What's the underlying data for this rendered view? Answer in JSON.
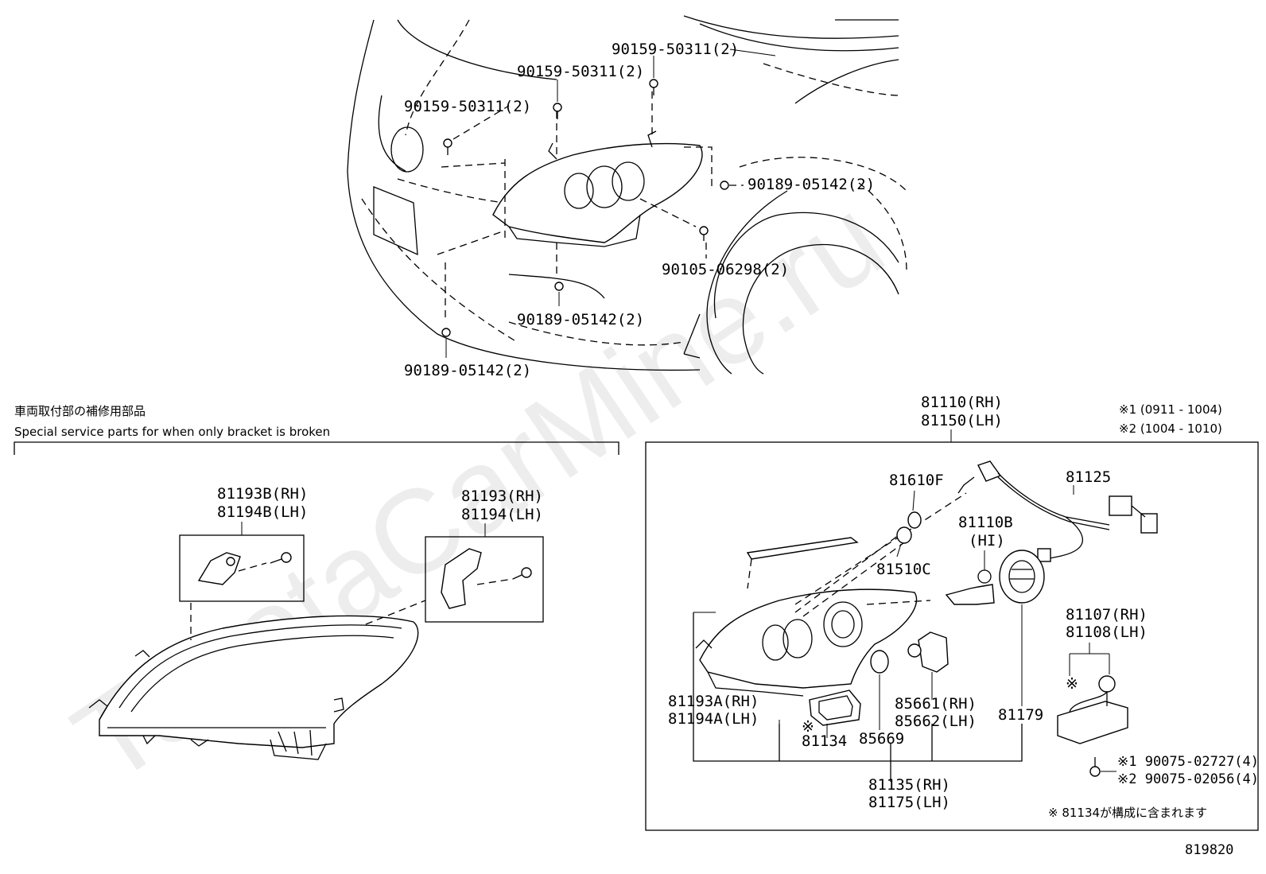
{
  "watermark": "ToyotaCarMine.ru",
  "diagram_id": "819820",
  "top_labels": {
    "bolt_a": "90159-50311(2)",
    "bolt_b": "90159-50311(2)",
    "bolt_c": "90159-50311(2)",
    "nut_a": "90189-05142(2)",
    "screw": "90105-06298(2)",
    "nut_b": "90189-05142(2)",
    "nut_c": "90189-05142(2)"
  },
  "service_parts": {
    "title_jp": "車両取付部の補修用部品",
    "title_en": "Special service parts for when only bracket is broken",
    "bracket_b_rh": "81193B(RH)",
    "bracket_b_lh": "81194B(LH)",
    "bracket_rh": "81193(RH)",
    "bracket_lh": "81194(LH)"
  },
  "assembly": {
    "rh": "81110(RH)",
    "lh": "81150(LH)",
    "note1": "※1 (0911 - 1004)",
    "note2": "※2 (1004 - 1010)",
    "p81610f": "81610F",
    "p81510c": "81510C",
    "p81125": "81125",
    "p81110b": "81110B",
    "hi": "(HI)",
    "p81107": "81107(RH)",
    "p81108": "81108(LH)",
    "p81193a": "81193A(RH)",
    "p81194a": "81194A(LH)",
    "kome": "※",
    "p81134": "81134",
    "p85669": "85669",
    "p85661": "85661(RH)",
    "p85662": "85662(LH)",
    "p81179": "81179",
    "b1": "※1 90075-02727(4)",
    "b2": "※2 90075-02056(4)",
    "p81135": "81135(RH)",
    "p81175": "81175(LH)",
    "footnote": "※ 81134が構成に含まれます"
  }
}
